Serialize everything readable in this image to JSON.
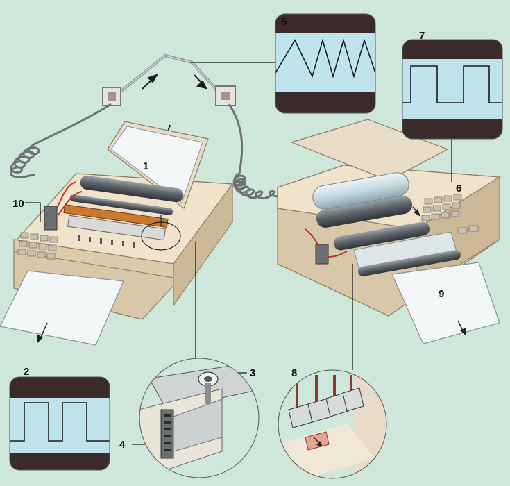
{
  "colors": {
    "background": "#cfe6da",
    "machine_body": "#efe3cc",
    "machine_shade": "#cdbb9c",
    "paper": "#f4f7f7",
    "roller_dark": "#6e7478",
    "roller_light": "#c9dbe3",
    "inset_band": "#3a2a2a",
    "inset_mid": "#bfe3ea",
    "line": "#1a1a1a",
    "accent_red": "#b8342a"
  },
  "labels": {
    "n1": "1",
    "n2": "2",
    "n3": "3",
    "n4": "4",
    "n5": "5",
    "n6": "6",
    "n7": "7",
    "n8": "8",
    "n9": "9",
    "n10": "10"
  },
  "insets": {
    "square_wave_transmit": "inset-2",
    "analog_wave": "inset-5",
    "square_wave_receive": "inset-7",
    "scan_head_detail": "inset-3-4",
    "print_head_detail": "inset-8"
  }
}
